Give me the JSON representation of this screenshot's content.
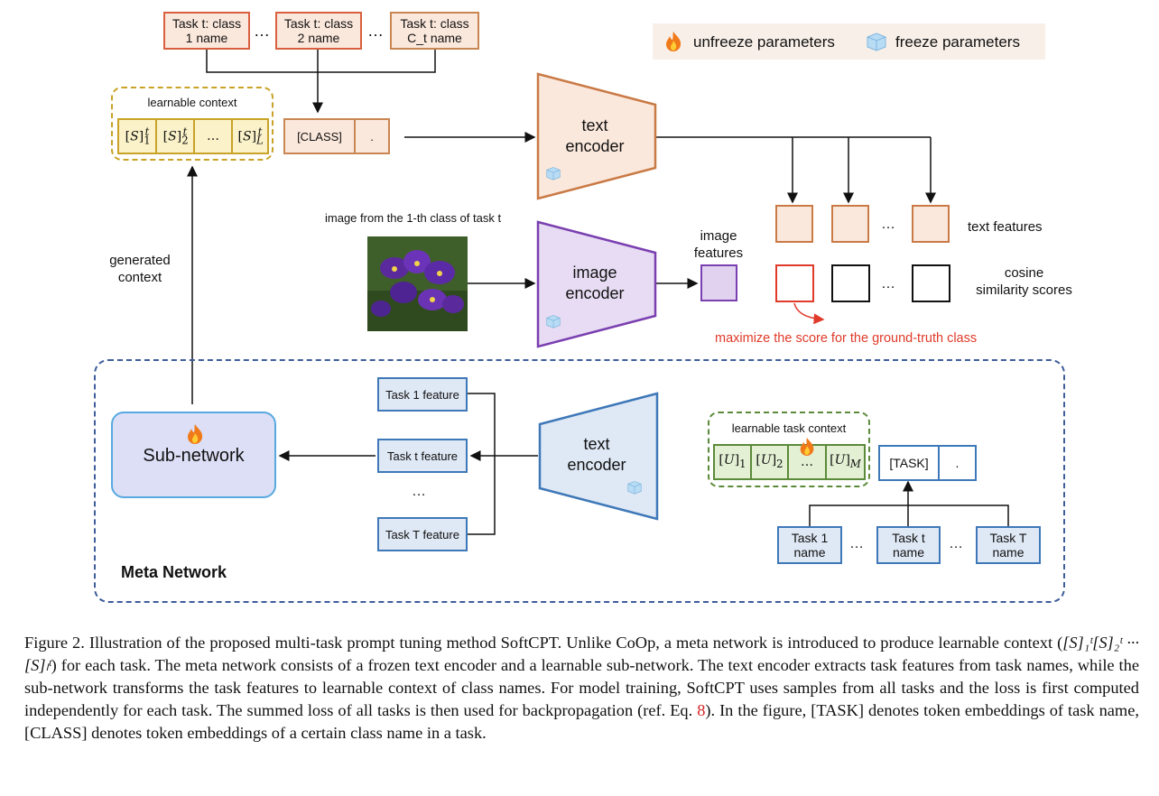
{
  "legend": {
    "unfreeze_icon": "fire-icon",
    "unfreeze_label": "unfreeze parameters",
    "freeze_icon": "ice-cube-icon",
    "freeze_label": "freeze parameters"
  },
  "class_names": {
    "box1_line1": "Task t: class",
    "box1_line2": "1 name",
    "box2_line1": "Task t: class",
    "box2_line2": "2 name",
    "box3_line1": "Task t: class",
    "box3_line2": "C_t name",
    "ellipsis": "…"
  },
  "learnable_context": {
    "title": "learnable context",
    "cells": [
      "[S]_1^t",
      "[S]_2^t",
      "…",
      "[S]_L^t"
    ]
  },
  "class_token": {
    "label": "[CLASS]",
    "dot": "."
  },
  "text_encoder_top": "text\nencoder",
  "image_caption": "image from the 1-th class of task t",
  "image_encoder": "image\nencoder",
  "image_features_label": "image\nfeatures",
  "text_features_label": "text features",
  "cosine_label": "cosine\nsimilarity scores",
  "maximize_label": "maximize the score for the ground-truth class",
  "generated_context_label": "generated\ncontext",
  "meta_network": {
    "title": "Meta Network",
    "sub_network": "Sub-network",
    "text_encoder": "text\nencoder",
    "task_features": [
      "Task 1 feature",
      "Task t feature",
      "…",
      "Task T feature"
    ],
    "learnable_task_context_title": "learnable task context",
    "task_context_cells": [
      "[U]_1",
      "[U]_2",
      "…",
      "[U]_M"
    ],
    "task_token": "[TASK]",
    "task_dot": ".",
    "task_names": [
      "Task 1\nname",
      "Task t\nname",
      "Task T\nname"
    ]
  },
  "caption": {
    "part1": "Figure 2. Illustration of the proposed multi-task prompt tuning method SoftCPT. Unlike CoOp, a meta network is introduced to produce learnable context (",
    "formula": "[S]₁ᵗ[S]₂ᵗ ··· [S]ₗᵗ",
    "part2": ") for each task. The meta network consists of a frozen text encoder and a learnable sub-network. The text encoder extracts task features from task names, while the sub-network transforms the task features to learnable context of class names. For model training, SoftCPT uses samples from all tasks and the loss is first computed independently for each task. The summed loss of all tasks is then used for backpropagation (ref. Eq. ",
    "ref": "8",
    "part3": "). In the figure, [TASK] denotes token embeddings of task name, [CLASS] denotes token embeddings of a certain class name in a task."
  },
  "colors": {
    "class_border": "#d9603f",
    "text_encoder_border": "#c97a45",
    "image_encoder_border": "#7a3fb0",
    "meta_border": "#3e5d9a",
    "highlight_red": "#e03a2a",
    "context_border": "#c9a227",
    "task_context_border": "#5b8a3a"
  }
}
